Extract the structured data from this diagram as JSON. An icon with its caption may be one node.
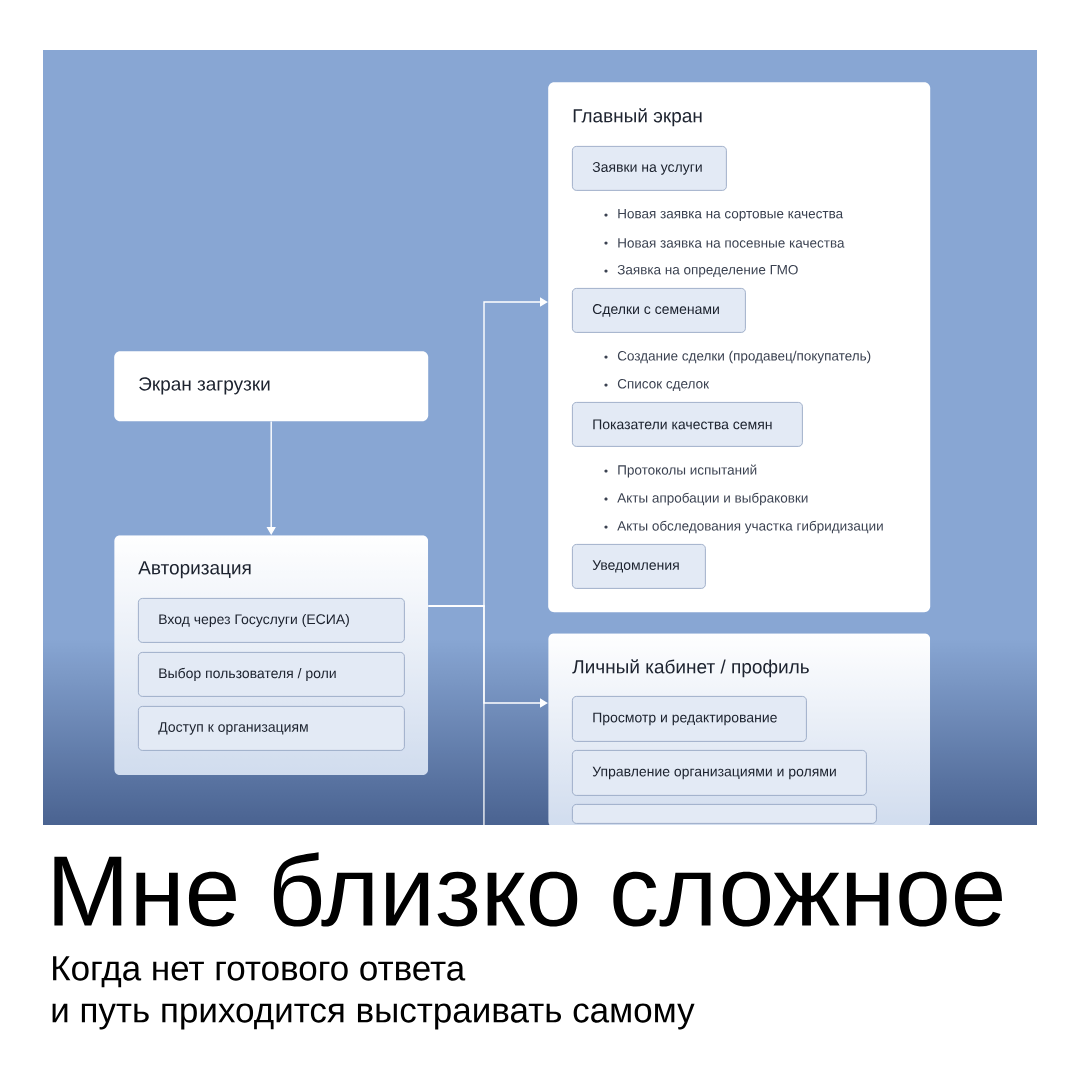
{
  "diagram": {
    "title": "Мне близко сложное",
    "caption": "Когда нет готового ответа и путь приходится выстраивать самому",
    "nodes": [
      {
        "text": [
          "Экран загрузки"
        ]
      },
      {
        "text": [
          "Авторизация"
        ]
      },
      {
        "text": [
          "Вход через Госуслуги (ЕСИА)"
        ],
        "in": 1
      },
      {
        "text": [
          "Выбор пользователя / роли"
        ],
        "in": 1
      },
      {
        "text": [
          "Доступ к организациям"
        ],
        "in": 1
      },
      {
        "text": [
          "Главный экран"
        ]
      },
      {
        "text": [
          "Заявки на услуги"
        ],
        "in": 5,
        "beside": [
          "Новая заявка на сортовые качества",
          "Новая заявка на посевные качества",
          "Заявка на определение ГМО"
        ]
      },
      {
        "text": [
          "Сделки с семенами"
        ],
        "in": 5,
        "beside": [
          "Создание сделки (продавец/покупатель)",
          "Список сделок"
        ]
      },
      {
        "text": [
          "Показатели качества семян"
        ],
        "in": 5,
        "beside": [
          "Протоколы испытаний",
          "Акты апробации и выбраковки",
          "Акты обследования участка гибридизации"
        ]
      },
      {
        "text": [
          "Уведомления"
        ],
        "in": 5
      },
      {
        "text": [
          "Личный кабинет / профиль"
        ]
      },
      {
        "text": [
          "Просмотр и редактирование"
        ],
        "in": 10
      },
      {
        "text": [
          "Управление организациями и ролями"
        ],
        "in": 10
      },
      {
        "text": [],
        "shape": "box",
        "in": 10
      }
    ],
    "edges": [
      {
        "from": 0,
        "to": 1,
        "arrow": "to"
      },
      {
        "from": 1,
        "to": 5,
        "arrow": "to"
      },
      {
        "from": 1,
        "to": 10,
        "arrow": "to"
      },
      {
        "from": 1,
        "to": null,
        "arrow": "none"
      }
    ]
  }
}
